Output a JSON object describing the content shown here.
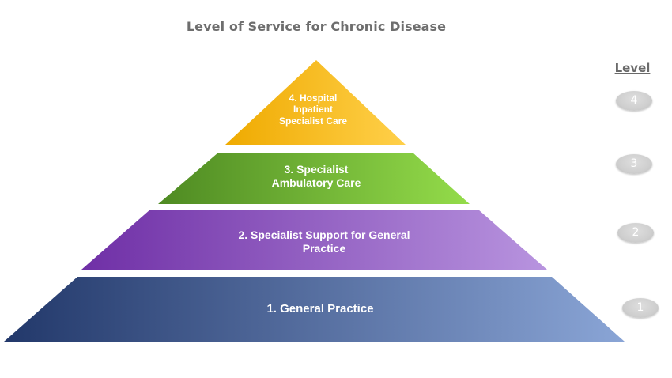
{
  "title": "Level of Service for Chronic Disease",
  "level_heading": "Level",
  "tiers": [
    {
      "level": "1",
      "label": "1. General Practice",
      "color_start": "#22386a",
      "color_end": "#8aa5d6"
    },
    {
      "level": "2",
      "label": "2. Specialist Support for General\nPractice",
      "color_start": "#6f2fa6",
      "color_end": "#b894df"
    },
    {
      "level": "3",
      "label": "3. Specialist\nAmbulatory Care",
      "color_start": "#4e8a22",
      "color_end": "#94dc4a"
    },
    {
      "level": "4",
      "label": "4. Hospital\nInpatient\nSpecialist Care",
      "color_start": "#efaa00",
      "color_end": "#ffd04a"
    }
  ]
}
